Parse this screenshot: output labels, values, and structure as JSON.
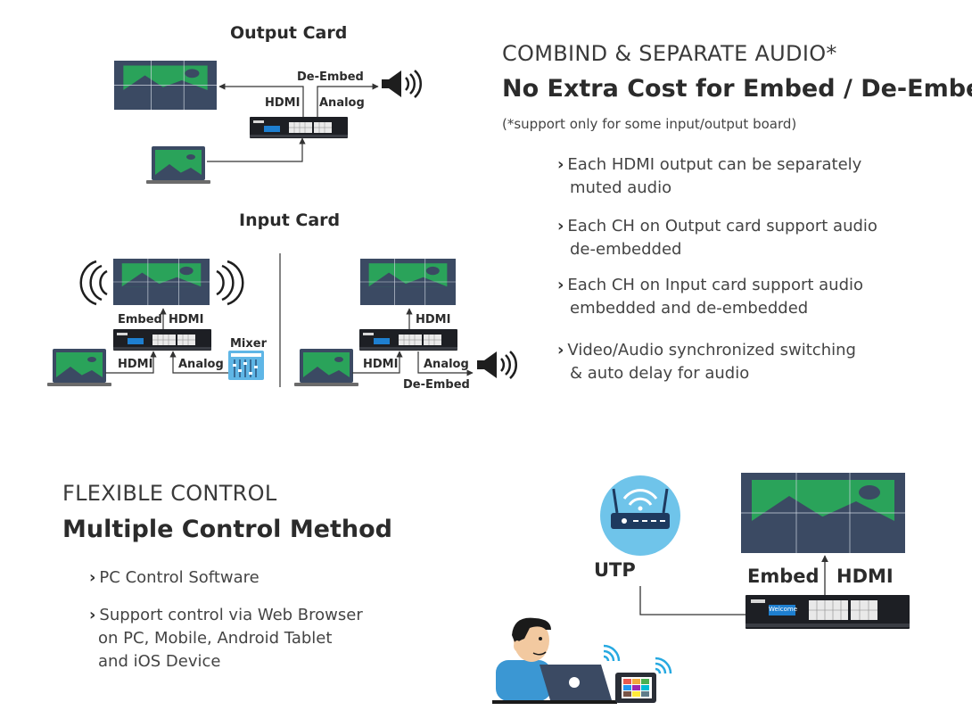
{
  "audio": {
    "heading": "COMBIND & SEPARATE AUDIO*",
    "subheading": "No Extra Cost for Embed / De-Embed",
    "note": "(*support only for some input/output board)",
    "bullets": [
      {
        "line1": "Each HDMI output can be separately",
        "line2": "muted audio"
      },
      {
        "line1": "Each CH on Output card support audio",
        "line2": "de-embedded"
      },
      {
        "line1": "Each CH on Input card support audio",
        "line2": "embedded and de-embedded"
      },
      {
        "line1": "Video/Audio synchronized switching",
        "line2": "& auto delay for audio"
      }
    ]
  },
  "control": {
    "heading": "FLEXIBLE CONTROL",
    "subheading": "Multiple Control Method",
    "bullets": [
      {
        "line1": "PC Control Software"
      },
      {
        "line1": "Support control via Web Browser",
        "line2": "on PC, Mobile, Android Tablet",
        "line3": "and iOS Device"
      }
    ]
  },
  "output_card": {
    "title": "Output Card",
    "label_deembed": "De-Embed",
    "label_hdmi": "HDMI",
    "label_analog": "Analog"
  },
  "input_card": {
    "title": "Input Card",
    "left": {
      "label_embed": "Embed",
      "label_hdmi_out": "HDMI",
      "label_hdmi_in": "HDMI",
      "label_analog": "Analog",
      "label_mixer": "Mixer"
    },
    "right": {
      "label_hdmi_out": "HDMI",
      "label_hdmi_in": "HDMI",
      "label_analog": "Analog",
      "label_deembed": "De-Embed"
    }
  },
  "control_diagram": {
    "label_utp": "UTP",
    "label_embed": "Embed",
    "label_hdmi": "HDMI",
    "device_screen_text": "Welcome"
  },
  "colors": {
    "screen_bg": "#3b4a63",
    "screen_green": "#2aa35a",
    "text_dark": "#2b2b2b",
    "router_circle": "#6fc4ea",
    "wifi_blue": "#27a9e1"
  }
}
